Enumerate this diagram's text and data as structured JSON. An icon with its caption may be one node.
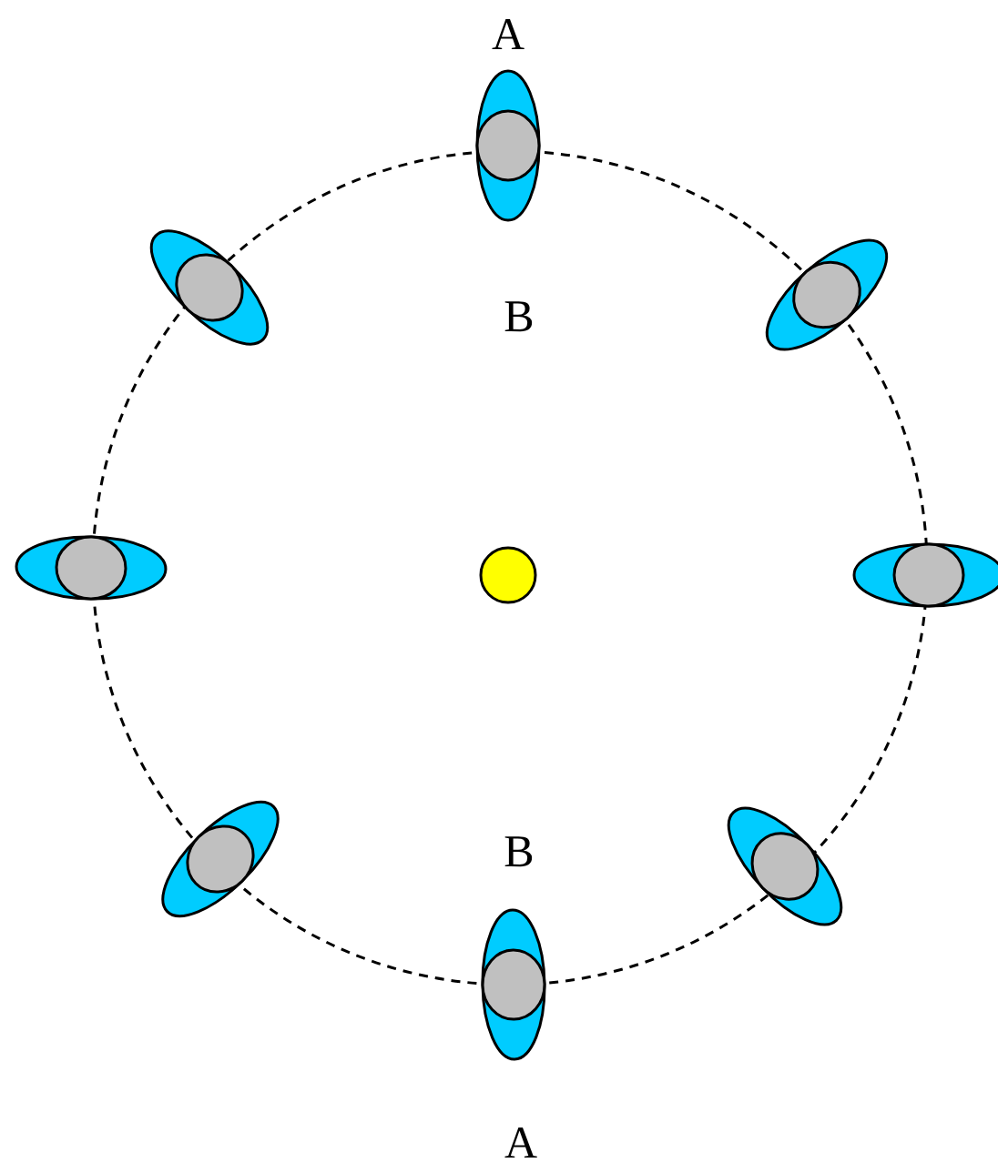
{
  "diagram": {
    "labels": [
      "A",
      "B",
      "B",
      "A"
    ]
  }
}
